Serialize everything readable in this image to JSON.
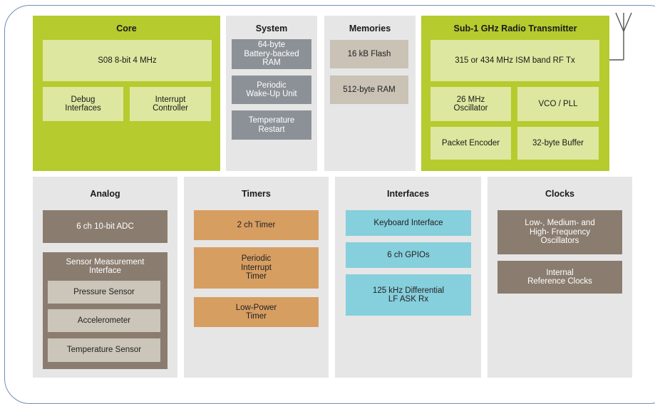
{
  "core": {
    "title": "Core",
    "cpu": "S08 8-bit 4 MHz",
    "debug": "Debug\nInterfaces",
    "interrupt": "Interrupt\nController"
  },
  "system": {
    "title": "System",
    "ram": "64-byte\nBattery-backed\nRAM",
    "wakeup": "Periodic\nWake-Up Unit",
    "temp_restart": "Temperature\nRestart"
  },
  "memories": {
    "title": "Memories",
    "flash": "16 kB  Flash",
    "ram": "512-byte RAM"
  },
  "radio": {
    "title": "Sub-1 GHz Radio Transmitter",
    "rf": "315 or 434 MHz ISM band RF Tx",
    "osc": "26 MHz\nOscillator",
    "vco": "VCO / PLL",
    "encoder": "Packet Encoder",
    "buffer": "32-byte Buffer"
  },
  "analog": {
    "title": "Analog",
    "adc": "6 ch 10-bit ADC",
    "sensor_if": "Sensor Measurement\nInterface",
    "pressure": "Pressure Sensor",
    "accel": "Accelerometer",
    "temp": "Temperature Sensor"
  },
  "timers": {
    "title": "Timers",
    "t2": "2 ch Timer",
    "pit": "Periodic\nInterrupt\nTimer",
    "lpt": "Low-Power\nTimer"
  },
  "interfaces": {
    "title": "Interfaces",
    "kbi": "Keyboard Interface",
    "gpio": "6 ch GPIOs",
    "lf": "125 kHz Differential\nLF ASK Rx"
  },
  "clocks": {
    "title": "Clocks",
    "osc": "Low-, Medium- and\nHigh- Frequency\nOscillators",
    "ref": "Internal\nReference Clocks"
  },
  "colors": {
    "frame": "#6f8fb3",
    "core_green": "#b5cb2e",
    "lime_box": "#dde79f",
    "panel_grey": "#e6e6e6"
  }
}
